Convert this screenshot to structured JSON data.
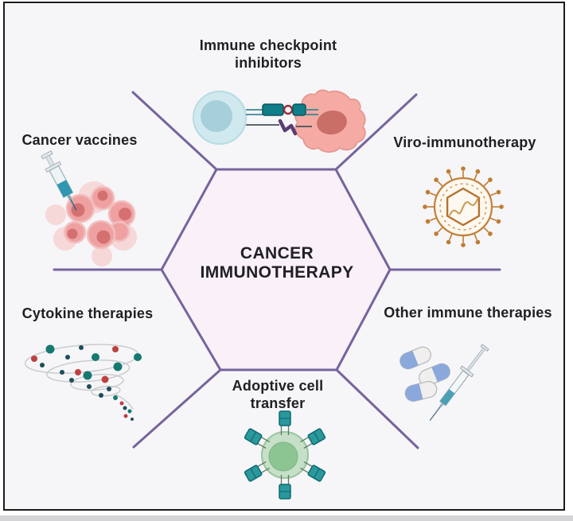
{
  "diagram_title": "CANCER\nIMMUNOTHERAPY",
  "branches": [
    {
      "id": "immune-checkpoint-inhibitors",
      "label": "Immune checkpoint\ninhibitors",
      "icon": "tcell-binding-tumor-icon"
    },
    {
      "id": "viro-immunotherapy",
      "label": "Viro-immunotherapy",
      "icon": "oncolytic-virus-icon"
    },
    {
      "id": "cancer-vaccines",
      "label": "Cancer vaccines",
      "icon": "syringe-injecting-tumor-icon"
    },
    {
      "id": "cytokine-therapies",
      "label": "Cytokine therapies",
      "icon": "cytokine-spiral-icon"
    },
    {
      "id": "other-immune-therapies",
      "label": "Other immune therapies",
      "icon": "pills-and-syringe-icon"
    },
    {
      "id": "adoptive-cell-transfer",
      "label": "Adoptive cell\ntransfer",
      "icon": "car-t-cell-icon"
    }
  ],
  "colors": {
    "accent_purple": "#76649c",
    "hex_fill": "#f9f0f8",
    "bg": "#f6f5f8",
    "text_color": "#202024",
    "frame_color": "#1c1c1c",
    "teal_receptor": "#0f7e89",
    "tumor_pink": "#f5aaa3",
    "tcell_blue": "#cfe9ee",
    "virus_orange": "#c07c31",
    "car_t_green": "#c5e0c6",
    "pill_blue": "#8ba8da"
  }
}
